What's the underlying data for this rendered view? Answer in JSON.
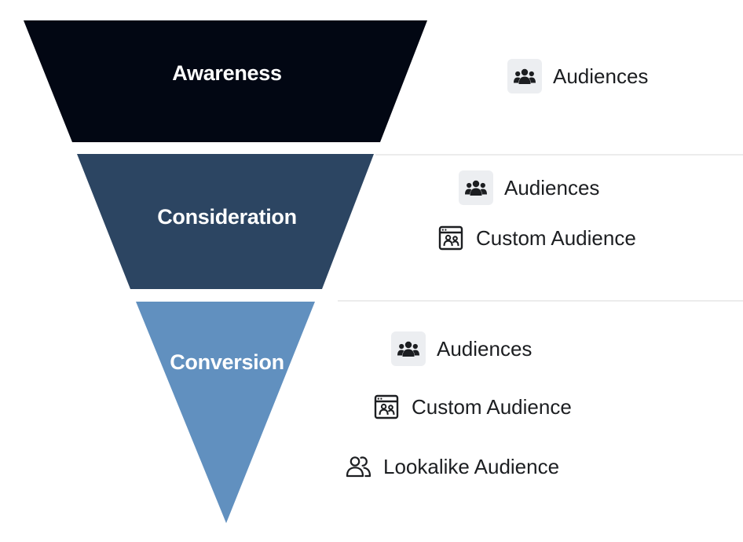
{
  "funnel": {
    "stages": [
      {
        "label": "Awareness",
        "color": "#020713"
      },
      {
        "label": "Consideration",
        "color": "#2c4562"
      },
      {
        "label": "Conversion",
        "color": "#6190bf"
      }
    ]
  },
  "awareness": {
    "items": [
      {
        "label": "Audiences",
        "icon": "audiences-icon"
      }
    ]
  },
  "consideration": {
    "items": [
      {
        "label": "Audiences",
        "icon": "audiences-icon"
      },
      {
        "label": "Custom Audience",
        "icon": "custom-audience-icon"
      }
    ]
  },
  "conversion": {
    "items": [
      {
        "label": "Audiences",
        "icon": "audiences-icon"
      },
      {
        "label": "Custom Audience",
        "icon": "custom-audience-icon"
      },
      {
        "label": "Lookalike Audience",
        "icon": "lookalike-audience-icon"
      }
    ]
  }
}
